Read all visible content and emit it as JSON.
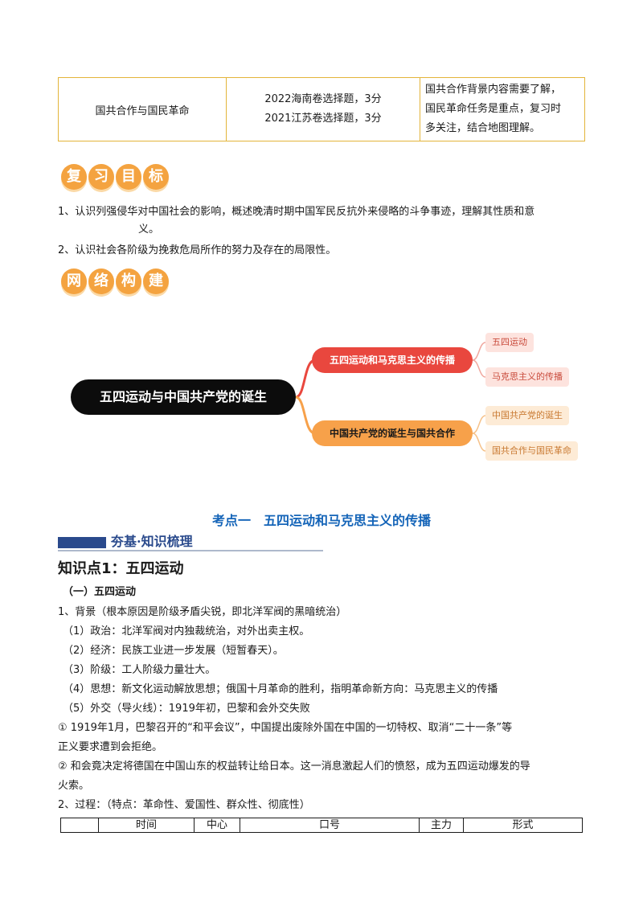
{
  "exam_table": {
    "topic": "国共合作与国民革命",
    "exams": [
      "2022海南卷选择题，3分",
      "2021江苏卷选择题，3分"
    ],
    "advice_lines": [
      "国共合作背景内容需要了解，",
      "国民革命任务是重点，复习时",
      "多关注，结合地图理解。"
    ]
  },
  "review_badge": [
    "复",
    "习",
    "目",
    "标"
  ],
  "review_goals": [
    "1、认识列强侵华对中国社会的影响，概述晚清时期中国军民反抗外来侵略的斗争事迹，理解其性质和意",
    "义。",
    "2、认识社会各阶级为挽救危局所作的努力及存在的局限性。"
  ],
  "network_badge": [
    "网",
    "络",
    "构",
    "建"
  ],
  "mindmap": {
    "root": "五四运动与中国共产党的诞生",
    "branch1": {
      "label": "五四运动和马克思主义的传播",
      "leaves": [
        "五四运动",
        "马克思主义的传播"
      ]
    },
    "branch2": {
      "label": "中国共产党的诞生与国共合作",
      "leaves": [
        "中国共产党的诞生",
        "国共合作与国民革命"
      ]
    },
    "colors": {
      "root": "#0c0c0c",
      "branch1": "#e9473e",
      "branch2": "#f7a14a"
    }
  },
  "kaodian_title": "考点一　五四运动和马克思主义的传播",
  "banner_text": "夯基·知识梳理",
  "knowledge_title": "知识点1：五四运动",
  "sub_title": "（一）五四运动",
  "lines": [
    "1、背景（根本原因是阶级矛盾尖锐，即北洋军阀的黑暗统治）",
    "（1）政治：北洋军阀对内独裁统治，对外出卖主权。",
    "（2）经济：民族工业进一步发展（短暂春天）。",
    "（3）阶级：工人阶级力量壮大。",
    "（4）思想：新文化运动解放思想；俄国十月革命的胜利，指明革命新方向：马克思主义的传播",
    "（5）外交（导火线）：1919年初，巴黎和会外交失败",
    "①  1919年1月，巴黎召开的“和平会议”，中国提出废除外国在中国的一切特权、取消“二十一条”等",
    "正义要求遭到会拒绝。",
    "②  和会竟决定将德国在中国山东的权益转让给日本。这一消息激起人们的愤怒，成为五四运动爆发的导",
    "火索。",
    "2、过程：（特点：革命性、爱国性、群众性、彻底性）"
  ],
  "process_table_headers": [
    "",
    "时间",
    "中心",
    "口号",
    "主力",
    "形式"
  ]
}
